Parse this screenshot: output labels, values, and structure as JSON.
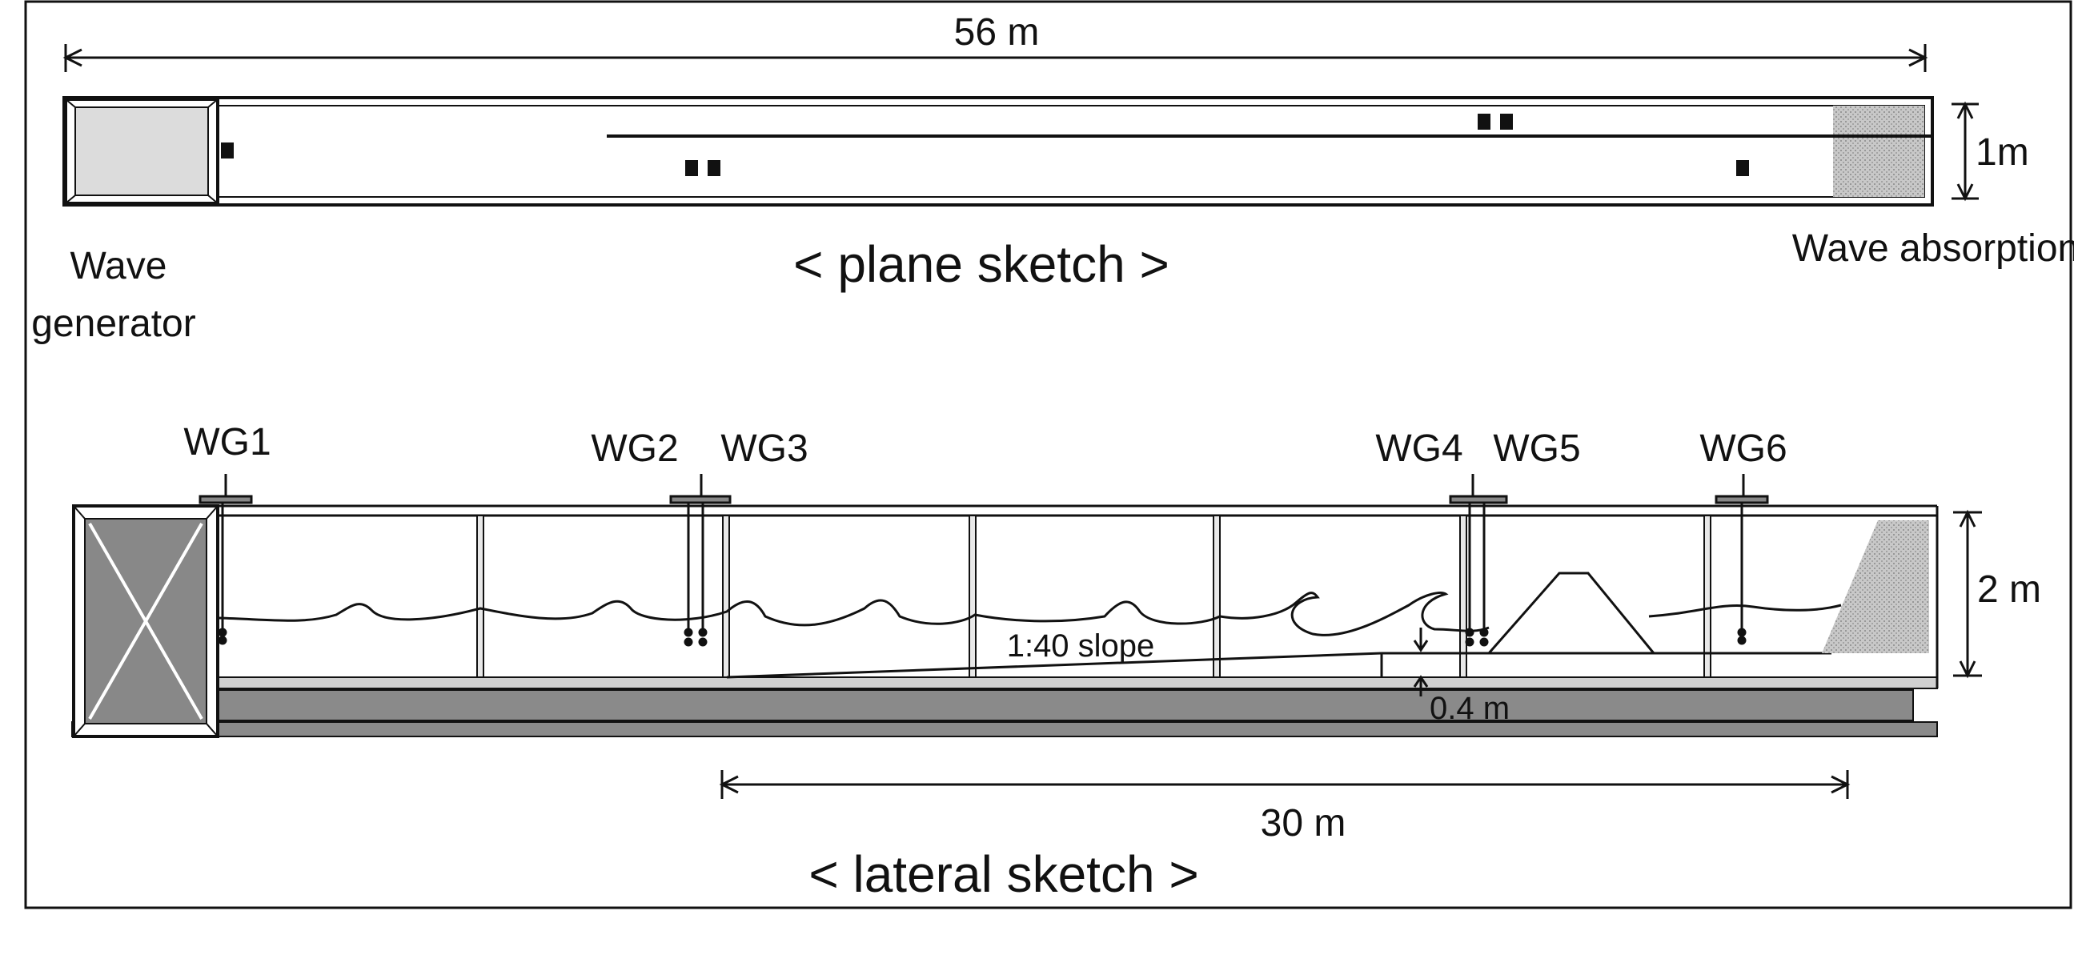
{
  "plane": {
    "length_label": "56 m",
    "width_label": "1m",
    "title": "< plane sketch >",
    "generator_label_line1": "Wave",
    "generator_label_line2": "generator",
    "absorption_label": "Wave absorption"
  },
  "lateral": {
    "title": "< lateral sketch >",
    "gauges": [
      "WG1",
      "WG2",
      "WG3",
      "WG4",
      "WG5",
      "WG6"
    ],
    "height_label": "2 m",
    "slope_label": "1:40 slope",
    "step_label": "0.4 m",
    "span_label": "30 m"
  },
  "colors": {
    "line": "#111111",
    "light_fill": "#dcdcdc",
    "dark_fill": "#888888",
    "floor_fill": "#8a8a8a",
    "absorber_fill": "#b0b0b0"
  }
}
